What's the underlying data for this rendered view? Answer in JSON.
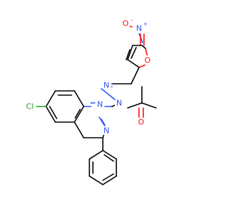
{
  "atoms": {
    "o_nitro_left": {
      "symbol": "O",
      "charge": "-",
      "color": "#ff0d0d"
    },
    "n_nitro": {
      "symbol": "N",
      "charge": "+",
      "color": "#3050f8"
    },
    "o_nitro_bottom": {
      "symbol": "O",
      "color": "#ff0d0d"
    },
    "o_furan": {
      "symbol": "O",
      "color": "#ff0d0d"
    },
    "n_hydrazone_1": {
      "symbol": "N",
      "color": "#3050f8"
    },
    "n_hydrazone_2": {
      "symbol": "N",
      "color": "#3050f8"
    },
    "o_acetyl": {
      "symbol": "O",
      "color": "#ff0d0d"
    },
    "n_quin_1": {
      "symbol": "N",
      "color": "#3050f8"
    },
    "n_quin_3": {
      "symbol": "N",
      "color": "#3050f8"
    },
    "cl": {
      "symbol": "Cl",
      "color": "#1fa01f"
    }
  }
}
